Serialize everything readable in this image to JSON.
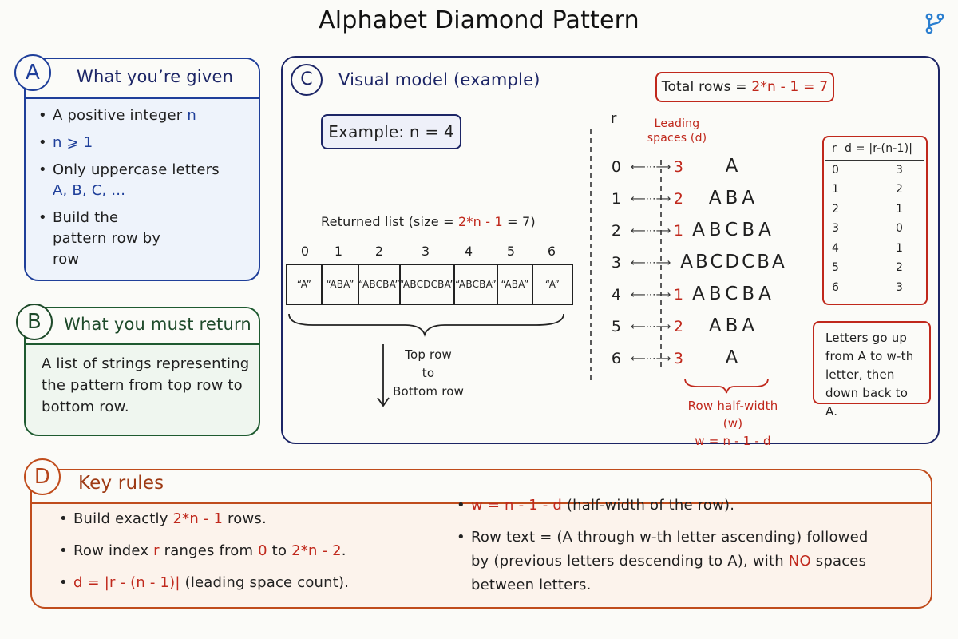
{
  "title": "Alphabet Diamond Pattern",
  "section_a": {
    "badge": "A",
    "heading": "What you’re given",
    "b1_text": "A positive integer ",
    "b1_var": "n",
    "b2_text": "n ⩾ 1",
    "b3_text": "Only uppercase letters",
    "b3_letters": "A, B, C, ...",
    "b4_text": "Build the pattern row by row"
  },
  "section_b": {
    "badge": "B",
    "heading": "What you must return",
    "text": "A list of strings representing the pattern from top row to bottom row."
  },
  "section_c": {
    "badge": "C",
    "heading": "Visual model (example)",
    "example": "Example: n = 4",
    "returned_label_pre": "Returned list (size = ",
    "returned_label_expr": "2*n - 1",
    "returned_label_post": " = 7)",
    "list_indices": [
      "0",
      "1",
      "2",
      "3",
      "4",
      "5",
      "6"
    ],
    "list_values": [
      "“A”",
      "“ABA”",
      "“ABCBA”",
      "“ABCDCBA”",
      "“ABCBA”",
      "“ABA”",
      "“A”"
    ],
    "top_row": "Top row",
    "to": "to",
    "bottom_row": "Bottom row",
    "total_pre": "Total rows = ",
    "total_expr": "2*n - 1 = 7",
    "r_head": "r",
    "lead_head_1": "Leading",
    "lead_head_2": "spaces (d)",
    "rows": [
      {
        "r": "0",
        "d": "3",
        "text": "A"
      },
      {
        "r": "1",
        "d": "2",
        "text": "ABA"
      },
      {
        "r": "2",
        "d": "1",
        "text": "ABCBA"
      },
      {
        "r": "3",
        "d": "",
        "text": "ABCDCBA"
      },
      {
        "r": "4",
        "d": "1",
        "text": "ABCBA"
      },
      {
        "r": "5",
        "d": "2",
        "text": "ABA"
      },
      {
        "r": "6",
        "d": "3",
        "text": "A"
      }
    ],
    "half_width_1": "Row half-width (w)",
    "half_width_2": "w = n - 1 - d",
    "table_head_r": "r",
    "table_head_d": "d = |r-(n-1)|",
    "table_rows": [
      [
        "0",
        "3"
      ],
      [
        "1",
        "2"
      ],
      [
        "2",
        "1"
      ],
      [
        "3",
        "0"
      ],
      [
        "4",
        "1"
      ],
      [
        "5",
        "2"
      ],
      [
        "6",
        "3"
      ]
    ],
    "note": "Letters go up from A to w-th letter, then down back to A."
  },
  "section_d": {
    "badge": "D",
    "heading": "Key rules",
    "rule1_pre": "Build exactly ",
    "rule1_expr": "2*n - 1",
    "rule1_post": " rows.",
    "rule2_pre": "Row index ",
    "rule2_var": "r",
    "rule2_mid": " ranges from ",
    "rule2_zero": "0",
    "rule2_to": " to ",
    "rule2_end": "2*n - 2",
    "rule2_post": ".",
    "rule3_expr": "d = |r - (n - 1)|",
    "rule3_post": " (leading space count).",
    "rule4_expr": "w = n - 1 - d",
    "rule4_post": " (half-width of the row).",
    "rule5_pre": "Row text = (A through w-th letter ascending) followed by (previous letters descending to A), with ",
    "rule5_no": "NO",
    "rule5_post": " spaces between letters."
  },
  "colors": {
    "panel_a": "#1f3f9a",
    "panel_b": "#1e5a30",
    "panel_c": "#1c2566",
    "panel_d": "#c04c1c",
    "accent_red": "#c0281c"
  },
  "icons": {
    "top_right": "git-fork-icon"
  }
}
